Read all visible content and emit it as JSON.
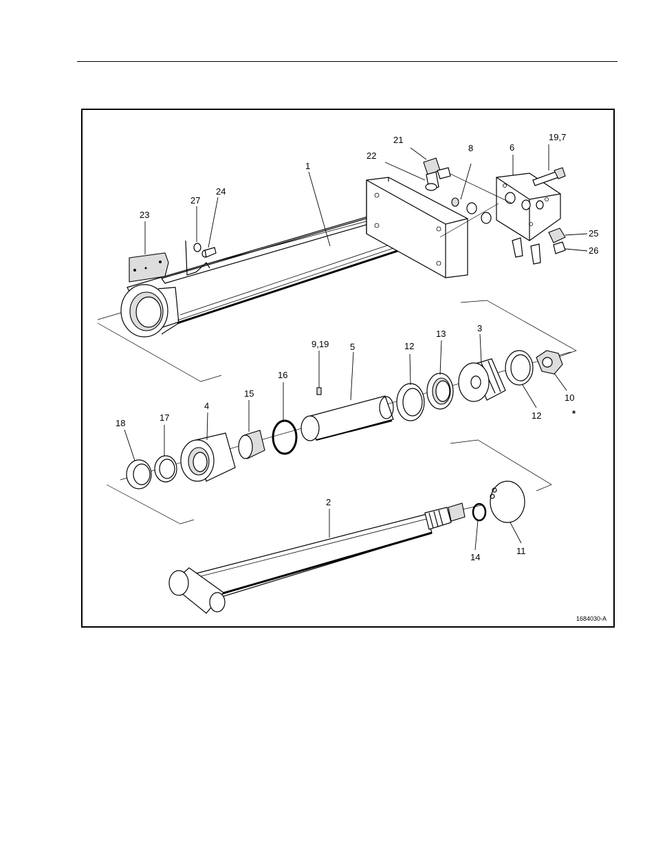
{
  "figure": {
    "id_label": "1684030-A",
    "asterisk": "*",
    "callouts": {
      "c1": "1",
      "c2": "2",
      "c3": "3",
      "c4": "4",
      "c5": "5",
      "c6": "6",
      "c8": "8",
      "c919": "9,19",
      "c10": "10",
      "c11": "11",
      "c12a": "12",
      "c12b": "12",
      "c13": "13",
      "c14": "14",
      "c15": "15",
      "c16": "16",
      "c17": "17",
      "c18": "18",
      "c197": "19,7",
      "c21": "21",
      "c22": "22",
      "c23": "23",
      "c24": "24",
      "c25": "25",
      "c26": "26",
      "c27": "27"
    }
  }
}
